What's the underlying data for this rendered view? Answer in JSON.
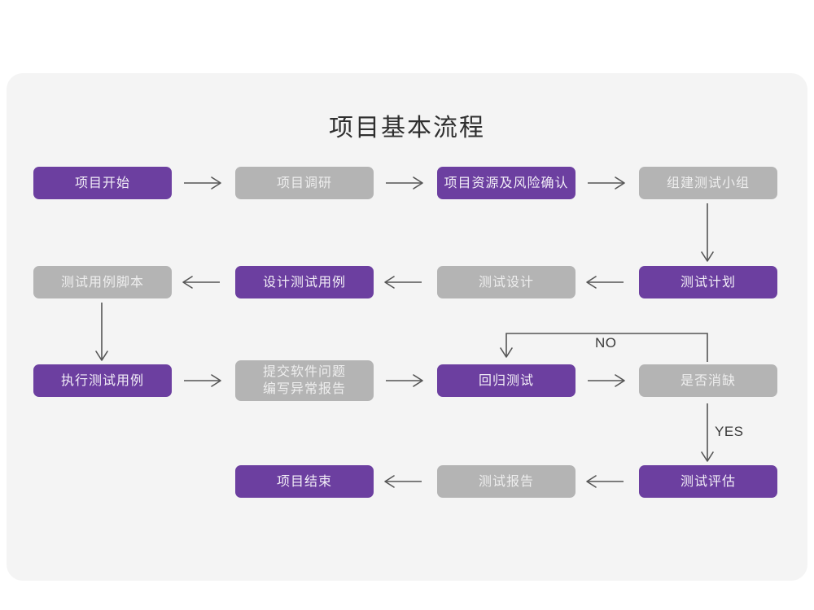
{
  "diagram": {
    "title": "项目基本流程",
    "colors": {
      "purple": "#6c3fa0",
      "gray": "#b4b4b4",
      "card_background": "#f4f4f4",
      "page_background": "#ffffff",
      "arrow": "#555555",
      "title_text": "#2f2f2f"
    },
    "nodes": [
      {
        "id": "n1",
        "label": "项目开始",
        "style": "purple",
        "row": 1
      },
      {
        "id": "n2",
        "label": "项目调研",
        "style": "gray",
        "row": 1
      },
      {
        "id": "n3",
        "label": "项目资源及风险确认",
        "style": "purple",
        "row": 1
      },
      {
        "id": "n4",
        "label": "组建测试小组",
        "style": "gray",
        "row": 1
      },
      {
        "id": "n5",
        "label": "测试用例脚本",
        "style": "gray",
        "row": 2
      },
      {
        "id": "n6",
        "label": "设计测试用例",
        "style": "purple",
        "row": 2
      },
      {
        "id": "n7",
        "label": "测试设计",
        "style": "gray",
        "row": 2
      },
      {
        "id": "n8",
        "label": "测试计划",
        "style": "purple",
        "row": 2
      },
      {
        "id": "n9",
        "label": "执行测试用例",
        "style": "purple",
        "row": 3
      },
      {
        "id": "n10",
        "label": "提交软件问题\n编写异常报告",
        "style": "gray",
        "row": 3
      },
      {
        "id": "n11",
        "label": "回归测试",
        "style": "purple",
        "row": 3
      },
      {
        "id": "n12",
        "label": "是否消缺",
        "style": "gray",
        "row": 3
      },
      {
        "id": "n13",
        "label": "项目结束",
        "style": "purple",
        "row": 4
      },
      {
        "id": "n14",
        "label": "测试报告",
        "style": "gray",
        "row": 4
      },
      {
        "id": "n15",
        "label": "测试评估",
        "style": "purple",
        "row": 4
      }
    ],
    "edge_labels": {
      "no": "NO",
      "yes": "YES"
    },
    "edges": [
      {
        "from": "n1",
        "to": "n2",
        "direction": "right"
      },
      {
        "from": "n2",
        "to": "n3",
        "direction": "right"
      },
      {
        "from": "n3",
        "to": "n4",
        "direction": "right"
      },
      {
        "from": "n4",
        "to": "n8",
        "direction": "down"
      },
      {
        "from": "n8",
        "to": "n7",
        "direction": "left"
      },
      {
        "from": "n7",
        "to": "n6",
        "direction": "left"
      },
      {
        "from": "n6",
        "to": "n5",
        "direction": "left"
      },
      {
        "from": "n5",
        "to": "n9",
        "direction": "down"
      },
      {
        "from": "n9",
        "to": "n10",
        "direction": "right"
      },
      {
        "from": "n10",
        "to": "n11",
        "direction": "right"
      },
      {
        "from": "n11",
        "to": "n12",
        "direction": "right"
      },
      {
        "from": "n12",
        "to": "n11",
        "direction": "loop-up-left",
        "label": "NO"
      },
      {
        "from": "n12",
        "to": "n15",
        "direction": "down",
        "label": "YES"
      },
      {
        "from": "n15",
        "to": "n14",
        "direction": "left"
      },
      {
        "from": "n14",
        "to": "n13",
        "direction": "left"
      }
    ]
  }
}
